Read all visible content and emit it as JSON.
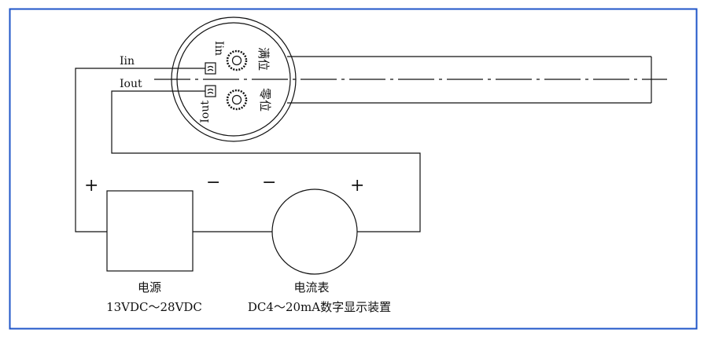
{
  "labels": {
    "iin_wire": "Iin",
    "iout_wire": "Iout",
    "iin_terminal": "Iin",
    "iout_terminal": "Iout",
    "span_adj": "满位",
    "zero_adj": "零位",
    "plus_left": "+",
    "minus_supply": "−",
    "minus_meter": "−",
    "plus_right": "+",
    "supply_name": "电源",
    "supply_range": "13VDC～28VDC",
    "meter_name": "电流表",
    "meter_desc": "DC4～20mA数字显示装置"
  },
  "colors": {
    "frame": "#1f55c8",
    "line": "#111111"
  }
}
